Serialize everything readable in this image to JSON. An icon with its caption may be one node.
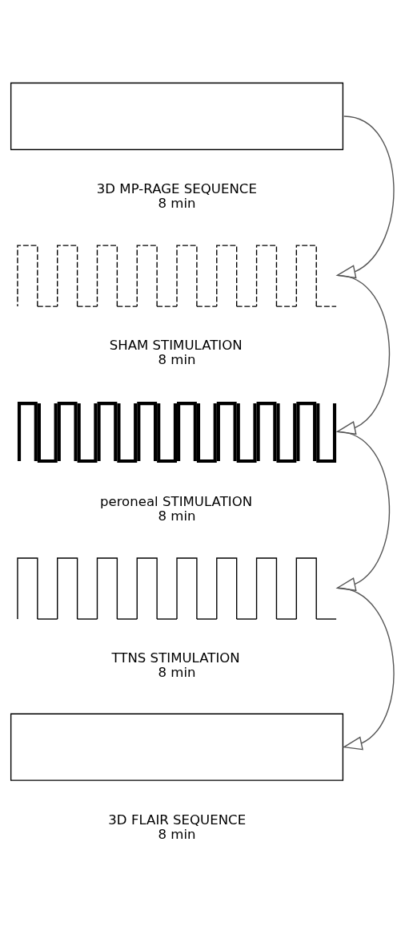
{
  "diagram": {
    "nodes": [
      {
        "text": [],
        "shape": "box",
        "beside": [
          "3D MP-RAGE SEQUENCE",
          "8 min"
        ]
      },
      {
        "text": [],
        "shape": "wave",
        "beside": [
          "SHAM STIMULATION",
          "8 min"
        ]
      },
      {
        "text": [],
        "shape": "wave",
        "beside": [
          "peroneal STIMULATION",
          "8 min"
        ]
      },
      {
        "text": [],
        "shape": "wave",
        "beside": [
          "TTNS STIMULATION",
          "8 min"
        ]
      },
      {
        "text": [],
        "shape": "box",
        "beside": [
          "3D FLAIR SEQUENCE",
          "8 min"
        ]
      }
    ],
    "edges": [
      {
        "from": 0,
        "to": 1,
        "arrow": "to"
      },
      {
        "from": 1,
        "to": 2,
        "arrow": "to"
      },
      {
        "from": 2,
        "to": 3,
        "arrow": "to"
      },
      {
        "from": 3,
        "to": 4,
        "arrow": "to"
      }
    ]
  }
}
